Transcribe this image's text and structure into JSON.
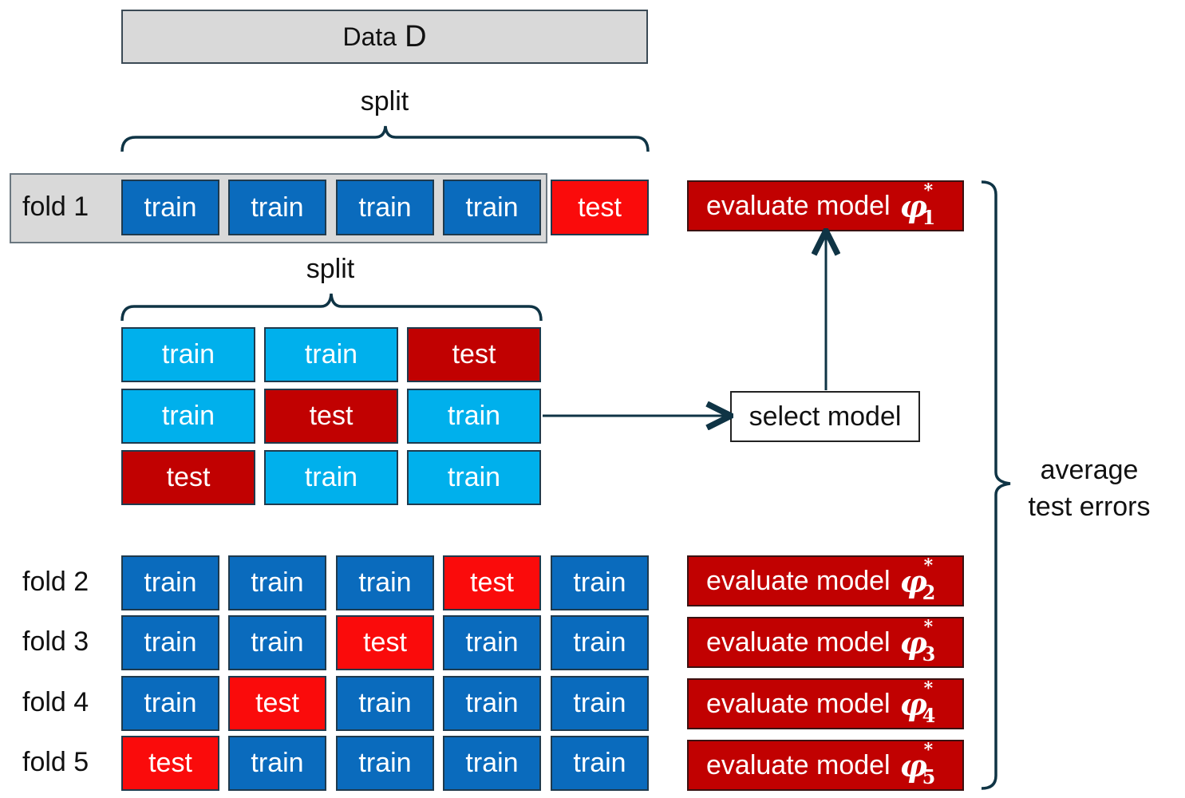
{
  "data_box": {
    "label": "Data",
    "symbol": "D"
  },
  "top_split_label": "split",
  "inner_split_label": "split",
  "fold1": {
    "label": "fold 1",
    "cells": [
      "train",
      "train",
      "train",
      "train",
      "test"
    ]
  },
  "inner_grid": [
    [
      "train",
      "train",
      "test"
    ],
    [
      "train",
      "test",
      "train"
    ],
    [
      "test",
      "train",
      "train"
    ]
  ],
  "select_model_label": "select model",
  "other_folds": [
    {
      "label": "fold 2",
      "cells": [
        "train",
        "train",
        "train",
        "test",
        "train"
      ]
    },
    {
      "label": "fold 3",
      "cells": [
        "train",
        "train",
        "test",
        "train",
        "train"
      ]
    },
    {
      "label": "fold 4",
      "cells": [
        "train",
        "test",
        "train",
        "train",
        "train"
      ]
    },
    {
      "label": "fold 5",
      "cells": [
        "test",
        "train",
        "train",
        "train",
        "train"
      ]
    }
  ],
  "evaluate": {
    "text": "evaluate model",
    "symbol": "φ",
    "superscript": "*",
    "items": [
      {
        "sub": "1"
      },
      {
        "sub": "2"
      },
      {
        "sub": "3"
      },
      {
        "sub": "4"
      },
      {
        "sub": "5"
      }
    ]
  },
  "average_label_line1": "average",
  "average_label_line2": "test errors",
  "colors": {
    "train_dark": "#0a6bbd",
    "train_light": "#00b0ec",
    "test_bright": "#fa0b0b",
    "test_dark": "#c10101",
    "connector": "#0f3445"
  }
}
